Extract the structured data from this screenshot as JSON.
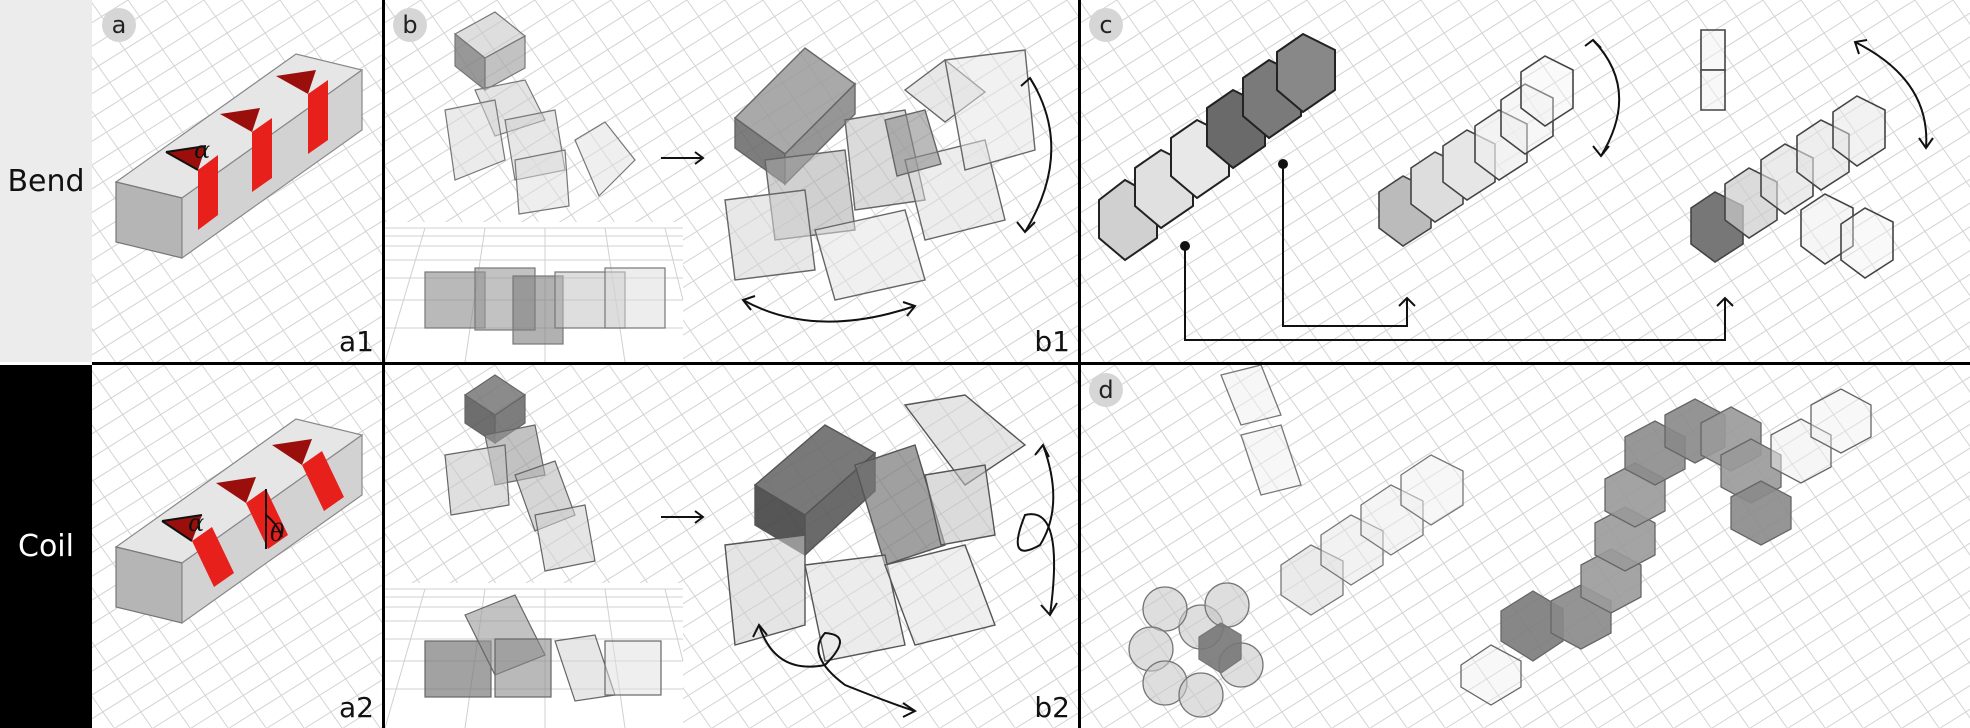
{
  "row_labels": {
    "bend": "Bend",
    "coil": "Coil"
  },
  "panel_badges": {
    "a": "a",
    "b": "b",
    "c": "c",
    "d": "d"
  },
  "sublabels": {
    "a1": "a1",
    "a2": "a2",
    "b1": "b1",
    "b2": "b2"
  },
  "angle_symbols": {
    "alpha": "α",
    "theta": "θ"
  },
  "colors": {
    "crease_red": "#e8201c",
    "dark_red": "#9a0f0b",
    "block_grey": "#9c9c9c",
    "grid": "#d4d4d4",
    "divider": "#000000",
    "bend_label_bg": "#ececec",
    "coil_label_bg": "#000000"
  }
}
